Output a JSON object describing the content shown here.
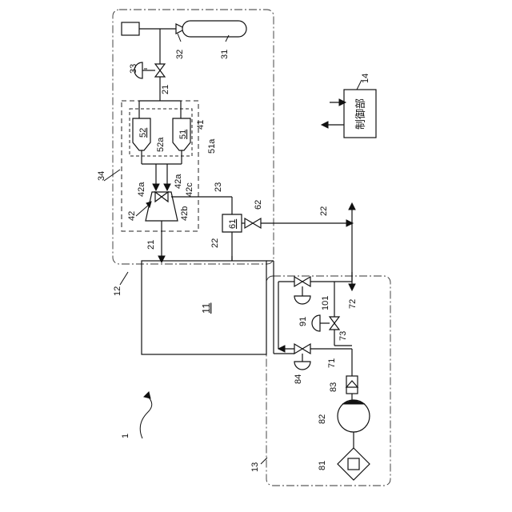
{
  "labels": {
    "ref_1": "1",
    "ref_11": "11",
    "ref_12": "12",
    "ref_13": "13",
    "ref_14": "14",
    "ref_21_top": "21",
    "ref_21_bottom": "21",
    "ref_22_right": "22",
    "ref_22_left": "22",
    "ref_23": "23",
    "ref_31": "31",
    "ref_32": "32",
    "ref_33": "33",
    "ref_34": "34",
    "ref_41": "41",
    "ref_42": "42",
    "ref_42a_left": "42a",
    "ref_42a_right": "42a",
    "ref_42b": "42b",
    "ref_42c": "42c",
    "ref_51": "51",
    "ref_51a": "51a",
    "ref_52": "52",
    "ref_52a": "52a",
    "ref_61": "61",
    "ref_62": "62",
    "ref_71": "71",
    "ref_72": "72",
    "ref_73": "73",
    "ref_81": "81",
    "ref_82": "82",
    "ref_83": "83",
    "ref_84": "84",
    "ref_91": "91",
    "ref_101": "101",
    "controller": "制御部"
  }
}
